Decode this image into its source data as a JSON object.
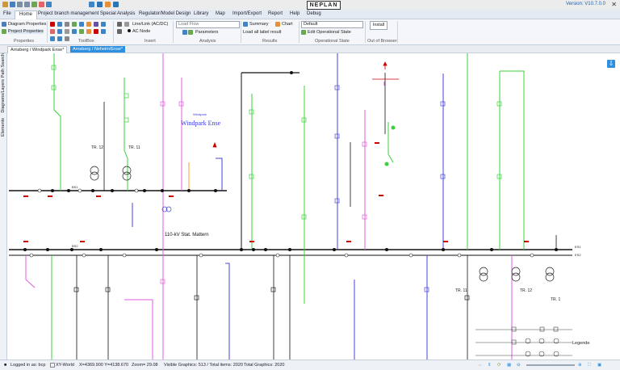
{
  "app": {
    "logo": "NEPLAN",
    "version": "Version: V10.7.0.0",
    "close": "✕"
  },
  "menu": [
    "File",
    "Home",
    "Project branch management",
    "Special Analysis",
    "Regulator/Model Design",
    "Library",
    "Map",
    "Import/Export",
    "Report",
    "Help",
    "Debug"
  ],
  "ribbon": {
    "diagram_properties": "Diagram Properties",
    "project_properties": "Project Properties",
    "group_properties": "Properties",
    "group_toolbox": "ToolBox",
    "line_ac": "Line/Link (AC/DC)",
    "ac_node": "AC Node",
    "group_insert": "Insert",
    "load_flow": "Load Flow",
    "parameters": "Parameters",
    "group_analysis": "Analysis",
    "summary": "Summary",
    "chart": "Chart",
    "load_all_label": "Load all label result",
    "group_results": "Results",
    "default": "Default",
    "edit_operational_state": "Edit Operational State",
    "group_operational_state": "Operational State",
    "install": "Install",
    "group_out_of_browser": "Out of Browser"
  },
  "tabs": [
    "Arnsberg / Windpark Ense*",
    "Arnsberg / Neheim/Ense*"
  ],
  "sidebar": [
    "Path Search",
    "Diagrams/Layers",
    "Elements"
  ],
  "diagram": {
    "windpark": "Windpark Ense",
    "windpark_small": "Windpark",
    "substation": "110-kV Stat. Mattern",
    "tr12_left": "TR. 12",
    "tr11_left": "TR. 11",
    "tr11_right": "TR. 11",
    "tr12_right": "TR. 12",
    "tr1_right": "TR. 1",
    "legend": "Legende",
    "bus_1": "BS1",
    "bus_2": "BS2",
    "bus_3": "ES1",
    "bus_4": "ES2"
  },
  "statusbar": {
    "logged_in": "Logged in as: bcp",
    "xy_world": "XY-World",
    "coords": "X=4369.900 Y=4138.670",
    "zoom": "Zoom= 29.08",
    "visible": "Visible Graphics: 513 / Total items: 2020",
    "total": "Total Graphics: 2020"
  }
}
